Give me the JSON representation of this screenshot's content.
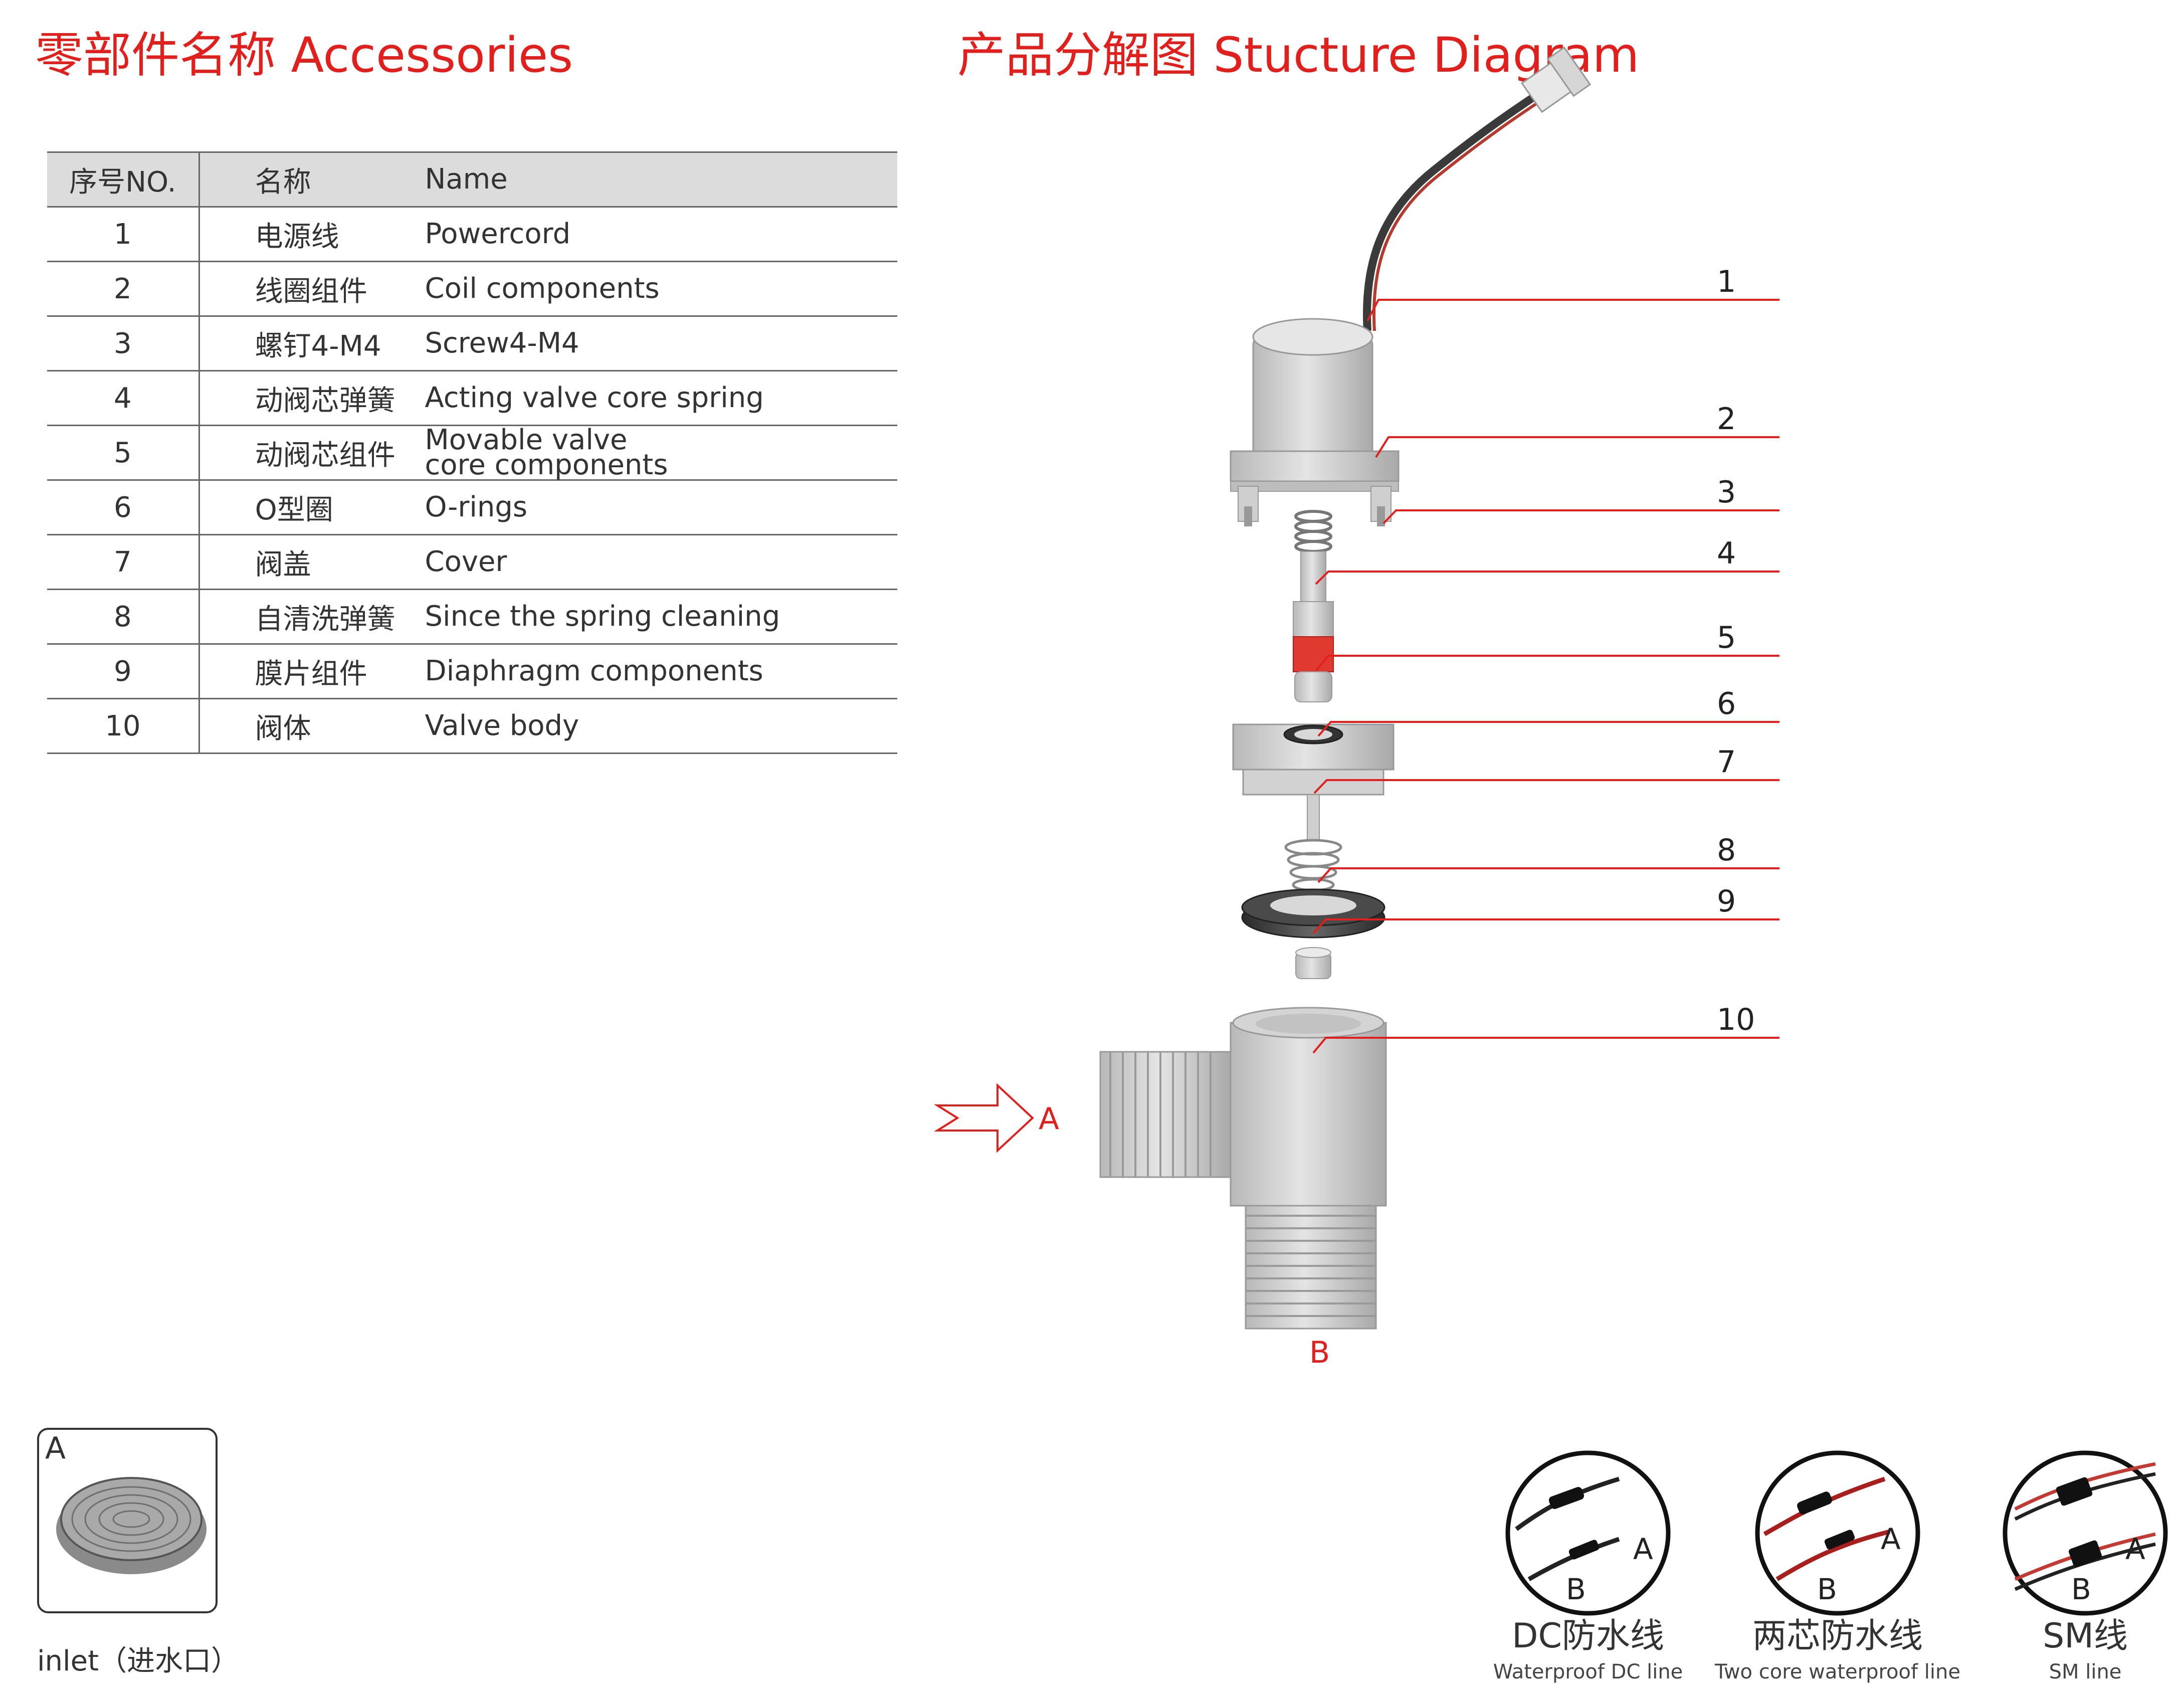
{
  "titles": {
    "accessories": "零部件名称 Accessories",
    "diagram": "产品分解图 Stucture Diagram"
  },
  "table": {
    "headers": [
      "序号NO.",
      "名称",
      "Name"
    ],
    "rows": [
      {
        "no": "1",
        "cn": "电源线",
        "en": "Powercord"
      },
      {
        "no": "2",
        "cn": "线圈组件",
        "en": "Coil components"
      },
      {
        "no": "3",
        "cn": "螺钉4-M4",
        "en": "Screw4-M4"
      },
      {
        "no": "4",
        "cn": "动阀芯弹簧",
        "en": "Acting valve core spring"
      },
      {
        "no": "5",
        "cn": "动阀芯组件",
        "en": "Movable valve core components"
      },
      {
        "no": "6",
        "cn": "O型圈",
        "en": "O-rings"
      },
      {
        "no": "7",
        "cn": "阀盖",
        "en": "Cover"
      },
      {
        "no": "8",
        "cn": "自清洗弹簧",
        "en": "Since the spring cleaning"
      },
      {
        "no": "9",
        "cn": "膜片组件",
        "en": "Diaphragm components"
      },
      {
        "no": "10",
        "cn": "阀体",
        "en": "Valve body"
      }
    ]
  },
  "diagram": {
    "callouts": [
      "1",
      "2",
      "3",
      "4",
      "5",
      "6",
      "7",
      "8",
      "9",
      "10"
    ],
    "inlet_label": "A",
    "outlet_label": "B",
    "accent_color": "#e1201d"
  },
  "inlet": {
    "letter": "A",
    "caption": "inlet（进水口）"
  },
  "wires": [
    {
      "cn": "DC防水线",
      "en": "Waterproof DC line",
      "a": "A",
      "b": "B"
    },
    {
      "cn": "两芯防水线",
      "en": "Two core waterproof line",
      "a": "A",
      "b": "B"
    },
    {
      "cn": "SM线",
      "en": "SM line",
      "a": "A",
      "b": "B"
    }
  ]
}
